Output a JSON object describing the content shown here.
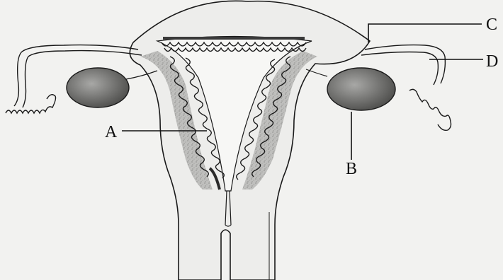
{
  "figure": {
    "labels": {
      "a": "A",
      "b": "B",
      "c": "C",
      "d": "D"
    },
    "colors": {
      "background": "#f2f2f0",
      "ink": "#1a1a1a",
      "shade": "#8f8f8f",
      "ovary": "#6e6e6e"
    }
  }
}
